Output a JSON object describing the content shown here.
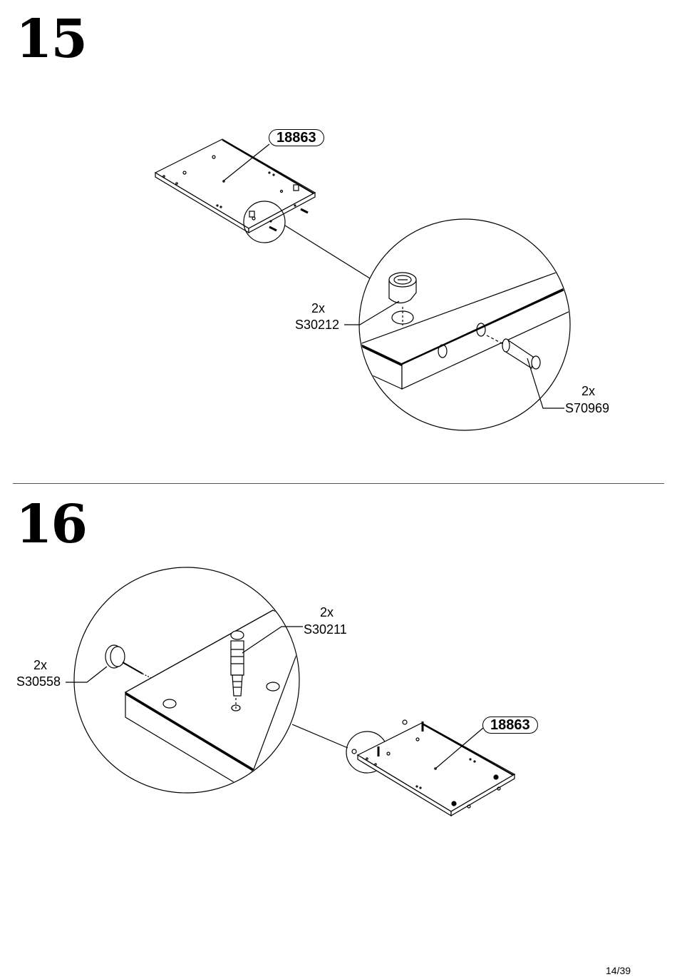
{
  "steps": [
    {
      "number": "15",
      "panel_label": "18863",
      "parts": [
        {
          "qty": "2x",
          "code": "S30212"
        },
        {
          "qty": "2x",
          "code": "S70969"
        }
      ]
    },
    {
      "number": "16",
      "panel_label": "18863",
      "parts": [
        {
          "qty": "2x",
          "code": "S30211"
        },
        {
          "qty": "2x",
          "code": "S30558"
        }
      ]
    }
  ],
  "page_number": "14/39"
}
